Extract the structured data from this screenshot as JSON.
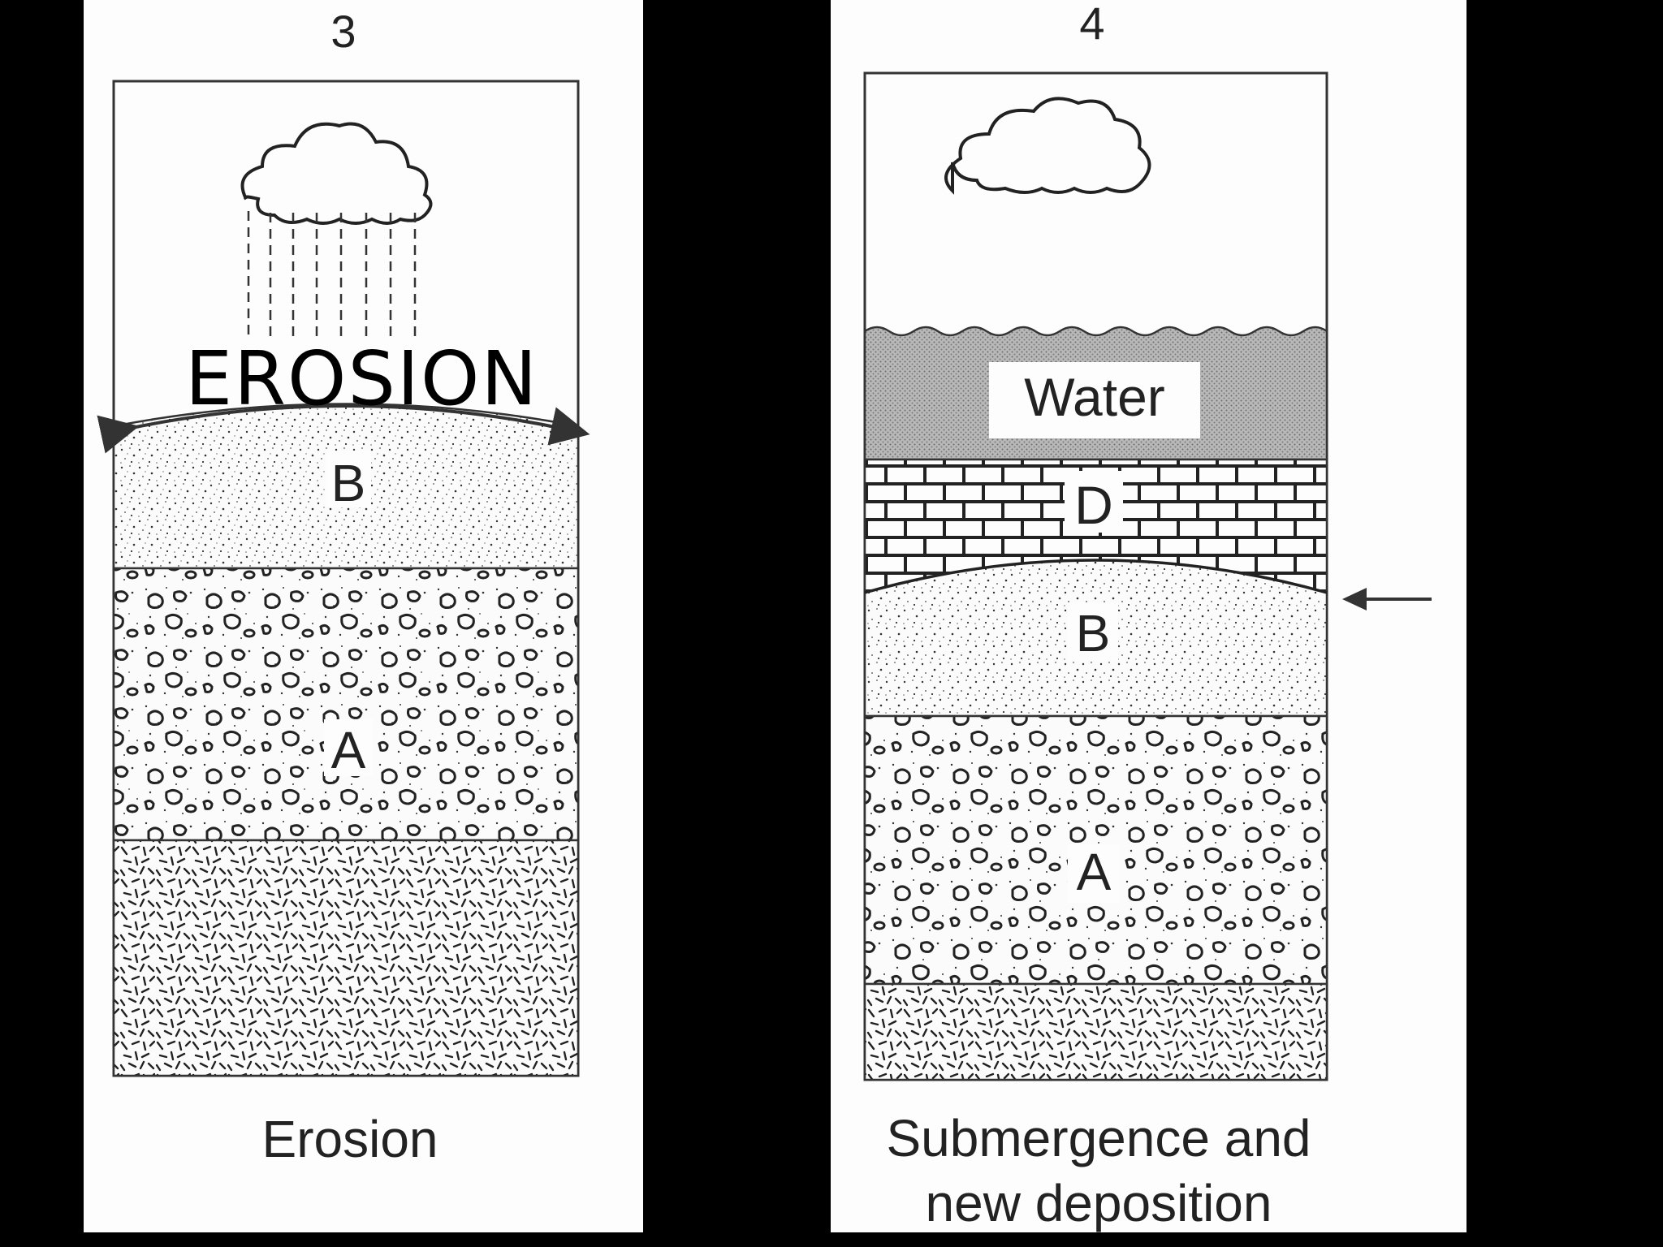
{
  "panel3": {
    "number": "3",
    "annotation": "EROSION",
    "layer_top": "B",
    "layer_mid": "A",
    "caption": "Erosion"
  },
  "panel4": {
    "number": "4",
    "water_label": "Water",
    "layer_d": "D",
    "layer_b": "B",
    "layer_a": "A",
    "caption_line1": "Submergence and",
    "caption_line2": "new deposition"
  },
  "colors": {
    "background": "#000000",
    "paper": "#fdfdfd",
    "ink": "#222222",
    "water_fill": "#a9a9a9"
  },
  "icons": [
    "cloud-icon",
    "rain-icon",
    "arrow-left-icon"
  ]
}
